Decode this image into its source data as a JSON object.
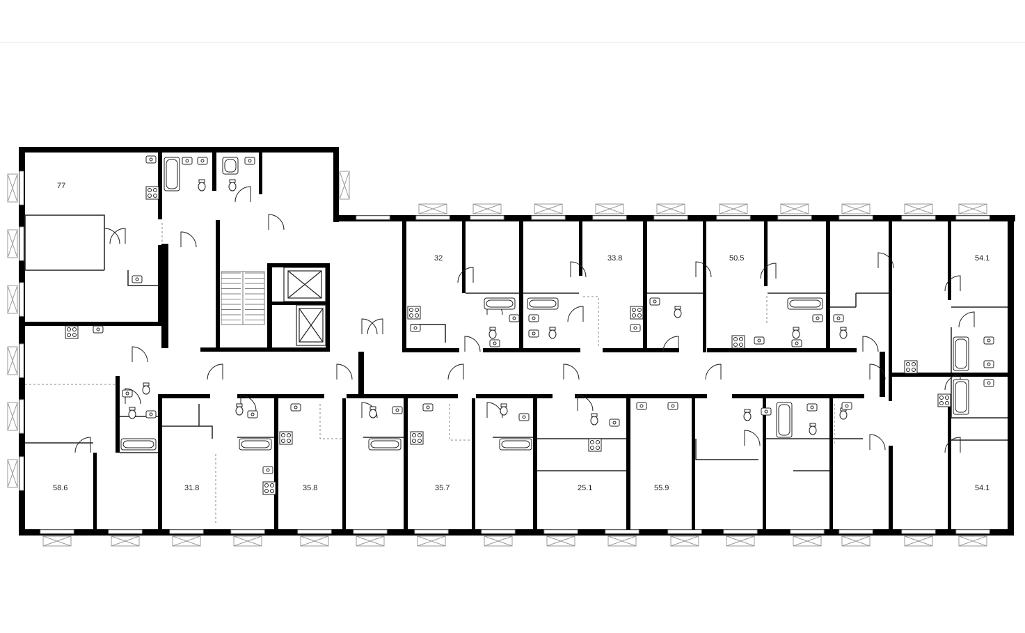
{
  "plan": {
    "colors": {
      "wall": "#000000",
      "line": "#222222",
      "window": "#cccccc",
      "background": "#ffffff"
    },
    "units": [
      {
        "id": "apt-77",
        "area": "77"
      },
      {
        "id": "apt-32",
        "area": "32"
      },
      {
        "id": "apt-33-8",
        "area": "33.8"
      },
      {
        "id": "apt-50-5",
        "area": "50.5"
      },
      {
        "id": "apt-54-1-top",
        "area": "54.1"
      },
      {
        "id": "apt-58-6",
        "area": "58.6"
      },
      {
        "id": "apt-31-8",
        "area": "31.8"
      },
      {
        "id": "apt-35-8",
        "area": "35.8"
      },
      {
        "id": "apt-35-7",
        "area": "35.7"
      },
      {
        "id": "apt-25-1",
        "area": "25.1"
      },
      {
        "id": "apt-55-9",
        "area": "55.9"
      },
      {
        "id": "apt-54-1-bottom",
        "area": "54.1"
      }
    ],
    "icons": [
      "window-icon",
      "door-icon",
      "bathtub-icon",
      "toilet-icon",
      "sink-icon",
      "stove-icon",
      "elevator-icon",
      "stair-icon"
    ]
  }
}
